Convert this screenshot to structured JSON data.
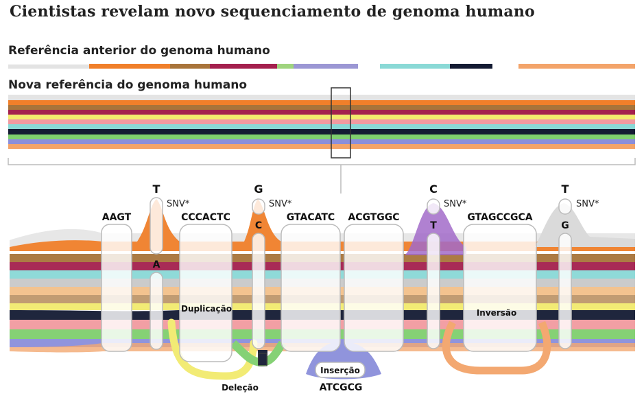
{
  "title": "Cientistas revelam novo sequenciamento de genoma humano",
  "previous_reference_label": "Referência anterior do genoma humano",
  "new_reference_label": "Nova referência do genoma humano",
  "colors": {
    "orange": "#f07f2a",
    "brown": "#a8743a",
    "crimson": "#a4204e",
    "light_green": "#9fd47e",
    "lavender": "#9b97d4",
    "teal": "#8ad9d6",
    "navy": "#141b33",
    "salmon": "#f3a46a",
    "yellow": "#f2ea6e",
    "gray": "#e1e1e1",
    "green": "#7fcf6e",
    "blue_purple": "#8b8fdb",
    "purple": "#9c63c6",
    "pink": "#f29aa0"
  },
  "segments": [
    {
      "sequence": "AAGT"
    },
    {
      "sequence": "CCCACTC",
      "annotation": "Duplicação"
    },
    {
      "sequence": "GTACATC"
    },
    {
      "sequence": "ACGTGGC"
    },
    {
      "sequence": "GTAGCCGCA",
      "annotation": "Inversão"
    }
  ],
  "snvs": [
    {
      "top_base": "T",
      "bottom_base": "A",
      "label": "SNV*"
    },
    {
      "top_base": "G",
      "bottom_base": "C",
      "label": "SNV*"
    },
    {
      "top_base": "C",
      "bottom_base": "T",
      "label": "SNV*"
    },
    {
      "top_base": "T",
      "bottom_base": "G",
      "label": "SNV*"
    }
  ],
  "deletion_label": "Deleção",
  "insertion": {
    "label": "Inserção",
    "sequence": "ATCGCG"
  }
}
